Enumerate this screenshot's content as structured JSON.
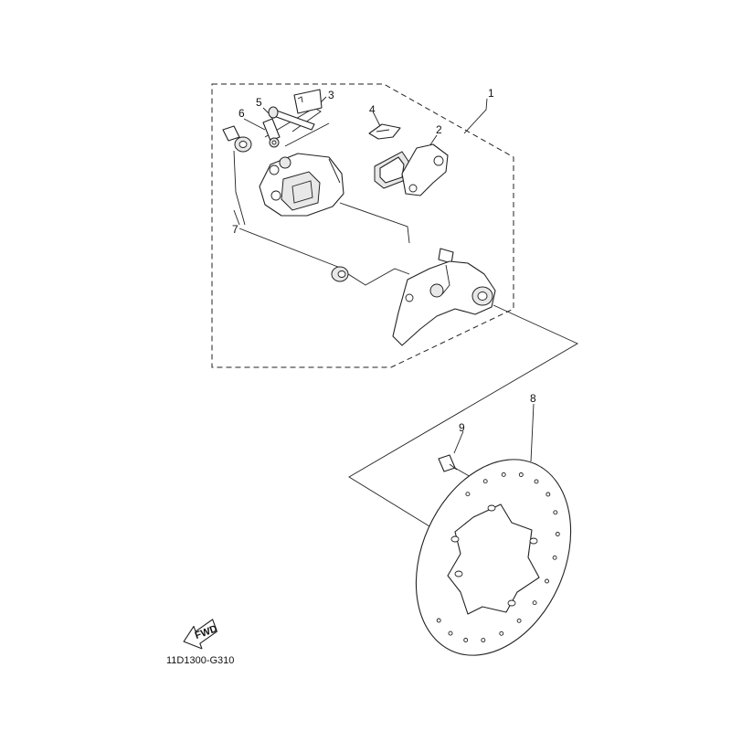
{
  "callouts": [
    {
      "id": "1",
      "label": "1"
    },
    {
      "id": "2",
      "label": "2"
    },
    {
      "id": "3",
      "label": "3"
    },
    {
      "id": "4",
      "label": "4"
    },
    {
      "id": "5",
      "label": "5"
    },
    {
      "id": "6",
      "label": "6"
    },
    {
      "id": "7",
      "label": "7"
    },
    {
      "id": "8",
      "label": "8"
    },
    {
      "id": "9",
      "label": "9"
    }
  ],
  "fwd_arrow_label": "FWD",
  "diagram_code": "11D1300-G310",
  "icons": {
    "fwd_arrow": "forward-direction-arrow-icon"
  }
}
